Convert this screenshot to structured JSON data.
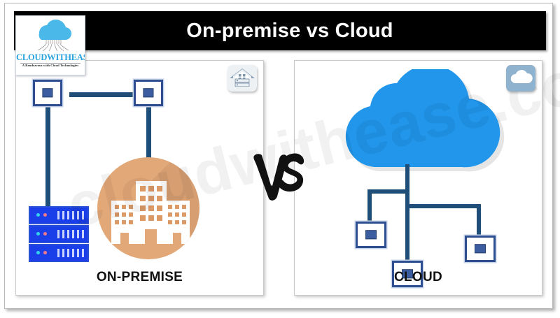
{
  "page": {
    "title": "On-premise vs Cloud",
    "watermark": "cloudwithease.com"
  },
  "logo": {
    "name": "CLOUDWITHEASE",
    "tagline": "A Rendezvous with Cloud Technologies",
    "icon": "cloud-with-roots-icon"
  },
  "panels": [
    {
      "id": "on-premise",
      "label": "ON-PREMISE",
      "badge_icon": "house-server-icon",
      "elements": [
        {
          "name": "network-node-top-left",
          "type": "node"
        },
        {
          "name": "network-node-top-right",
          "type": "node"
        },
        {
          "name": "server-rack",
          "type": "server-rack",
          "units": 3
        },
        {
          "name": "office-buildings-circle",
          "type": "buildings",
          "buildings": 3
        }
      ]
    },
    {
      "id": "cloud",
      "label": "CLOUD",
      "badge_icon": "cloud-icon",
      "elements": [
        {
          "name": "cloud-shape",
          "type": "cloud"
        },
        {
          "name": "network-node-left",
          "type": "node"
        },
        {
          "name": "network-node-center",
          "type": "node"
        },
        {
          "name": "network-node-right",
          "type": "node"
        }
      ]
    }
  ],
  "divider": {
    "vs_label": "VS"
  },
  "colors": {
    "header_bg": "#000000",
    "header_text": "#ffffff",
    "cloud_blue": "#2196ea",
    "node_border": "#2e4f8f",
    "node_fill": "#3c5da0",
    "line": "#1f4e79",
    "server_blue": "#1a3ee8",
    "circle_orange": "#e3a878",
    "logo_text": "#29a3dd",
    "badge_cloud_bg": "#8fb2ce",
    "badge_home_bg": "#eef1f4"
  }
}
